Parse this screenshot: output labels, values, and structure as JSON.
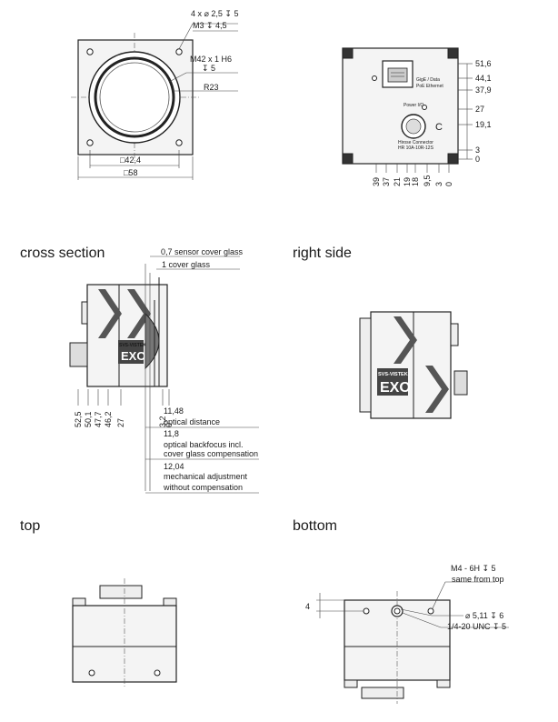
{
  "sections": {
    "cross_section": "cross section",
    "right_side": "right side",
    "top": "top",
    "bottom": "bottom"
  },
  "front_view": {
    "callout_holes": "4 x ⌀ 2,5 ↧ 5",
    "callout_m3": "M3 ↧ 4,5",
    "callout_mount": "M42 x 1 H6",
    "callout_mount_depth": "↧ 5",
    "callout_radius": "R23",
    "dim_inner": "□42,4",
    "dim_outer": "□58"
  },
  "back_view": {
    "dims_right": [
      "51,6",
      "44,1",
      "37,9",
      "27",
      "19,1",
      "3",
      "0"
    ],
    "dims_bottom": [
      "39",
      "37",
      "21",
      "19",
      "18",
      "9,5",
      "3",
      "0"
    ],
    "connector_labels": {
      "rj45": "GigE / Data",
      "rj45_sub": "PoE Ethernet",
      "power": "Power I/O",
      "hirose": "Hirose Connector",
      "hirose_sub": "HR 10A-10R-12S"
    }
  },
  "cross_section": {
    "callout_sensor_glass": "0,7 sensor cover glass",
    "callout_cover_glass": "1 cover glass",
    "dims_bottom": [
      "52,5",
      "50,1",
      "47,7",
      "46,2",
      "27",
      "3,2",
      "0"
    ],
    "notes": [
      "11,48",
      "optical distance",
      "11,8",
      "optical backfocus incl.",
      "cover glass compensation",
      "12,04",
      "mechanical adjustment",
      "without compensation"
    ]
  },
  "branding": {
    "vendor": "SVS-VISTEK",
    "model": "EXO"
  },
  "bottom_view": {
    "callout_m4": "M4 - 6H ↧ 5",
    "callout_same": "same from top",
    "callout_bore": "⌀ 5,11 ↧ 6",
    "callout_unc": "1/4-20 UNC ↧ 5",
    "dim_side": "4"
  }
}
